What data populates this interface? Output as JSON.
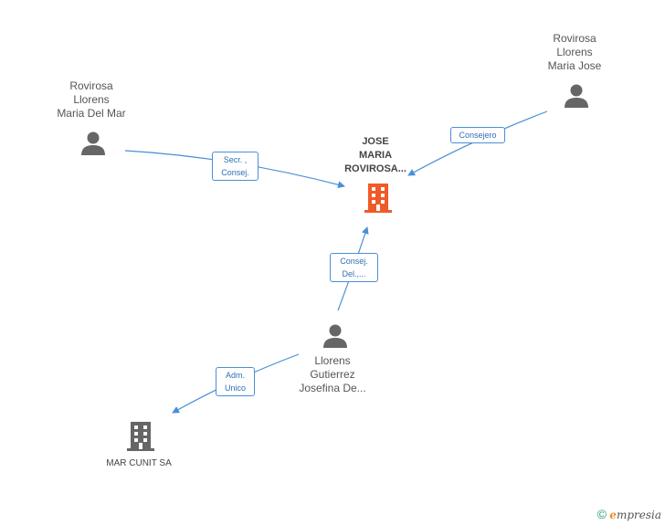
{
  "nodes": {
    "main_company": {
      "lines": [
        "JOSE",
        "MARIA",
        "ROVIROSA..."
      ]
    },
    "person_mar": {
      "lines": [
        "Rovirosa",
        "Llorens",
        "Maria Del Mar"
      ]
    },
    "person_jose": {
      "lines": [
        "Rovirosa",
        "Llorens",
        "Maria Jose"
      ]
    },
    "person_josefina": {
      "lines": [
        "Llorens",
        "Gutierrez",
        "Josefina De..."
      ]
    },
    "company_marcunit": {
      "label": "MAR CUNIT SA"
    }
  },
  "edges": {
    "mar_to_main": {
      "lines": [
        "Secr. ,",
        "Consej."
      ]
    },
    "jose_to_main": {
      "lines": [
        "Consejero"
      ]
    },
    "josefina_to_main": {
      "lines": [
        "Consej.",
        "Del.,..."
      ]
    },
    "josefina_to_marcunit": {
      "lines": [
        "Adm.",
        "Unico"
      ]
    }
  },
  "colors": {
    "edge": "#4a8fd6",
    "main_company": "#f05a28",
    "company": "#666666",
    "person": "#666666"
  },
  "footer": {
    "copyright": "©",
    "brand_initial": "e",
    "brand_rest": "mpresia"
  }
}
